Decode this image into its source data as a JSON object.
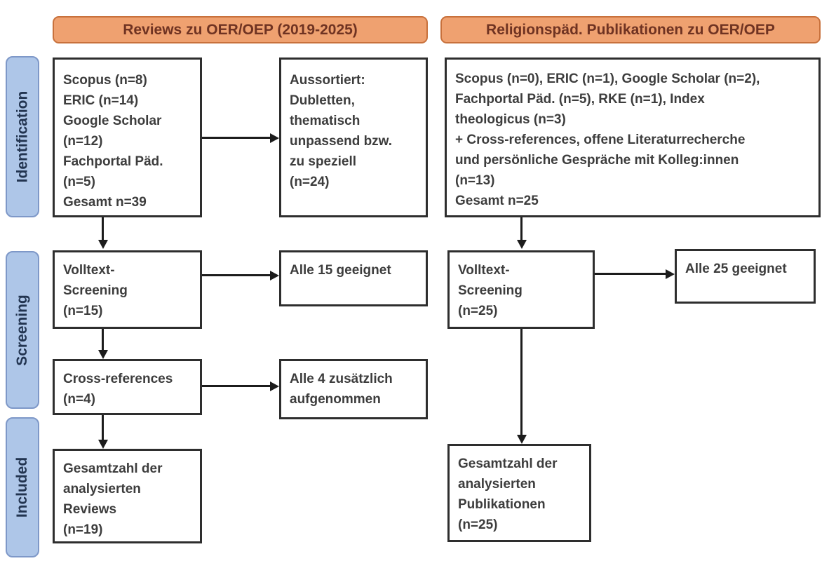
{
  "diagram": {
    "headers": {
      "left": "Reviews zu OER/OEP (2019-2025)",
      "right": "Religionspäd. Publikationen zu OER/OEP"
    },
    "stages": {
      "identification": "Identification",
      "screening": "Screening",
      "included": "Included"
    },
    "left_flow": {
      "sources": "Scopus (n=8)\nERIC (n=14)\nGoogle Scholar\n(n=12)\nFachportal Päd.\n(n=5)\nGesamt n=39",
      "excluded": "Aussortiert:\nDubletten,\nthematisch\nunpassend bzw.\nzu speziell\n(n=24)",
      "fulltext": "Volltext-\nScreening\n(n=15)",
      "fulltext_result": "Alle 15 geeignet",
      "cross_references": "Cross-references\n(n=4)",
      "cross_result": "Alle 4 zusätzlich\naufgenommen",
      "included_total": "Gesamtzahl der\nanalysierten\nReviews\n(n=19)"
    },
    "right_flow": {
      "sources": "Scopus (n=0), ERIC (n=1), Google Scholar (n=2),\nFachportal Päd. (n=5), RKE (n=1), Index\ntheologicus (n=3)\n+ Cross-references, offene Literaturrecherche\nund persönliche Gespräche mit Kolleg:innen\n(n=13)\nGesamt n=25",
      "fulltext": "Volltext-\nScreening\n(n=25)",
      "fulltext_result": "Alle 25 geeignet",
      "included_total": "Gesamtzahl der\nanalysierten\nPublikationen\n(n=25)"
    },
    "colors": {
      "header_fill": "#EFA170",
      "header_border": "#C8713C",
      "header_text": "#6F3322",
      "stage_fill": "#AEC6E8",
      "stage_border": "#7E98C8",
      "stage_text": "#223450",
      "box_border": "#2E2E2E",
      "box_text": "#3D3D3D",
      "arrow_color": "#1C1C1C"
    }
  }
}
